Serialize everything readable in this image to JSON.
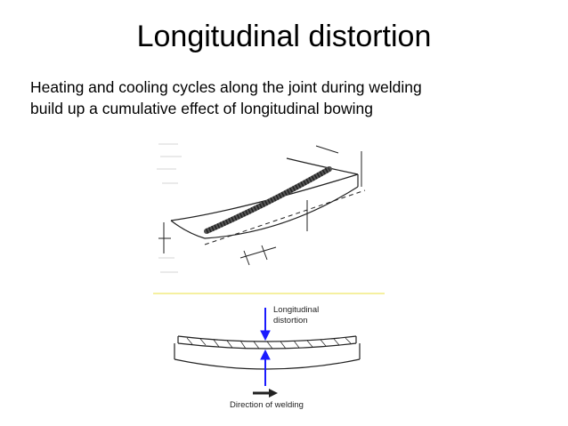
{
  "slide": {
    "title": "Longitudinal distortion",
    "body_lines": [
      "Heating and cooling cycles along the joint during welding",
      "build up a cumulative effect of longitudinal bowing"
    ]
  },
  "figure": {
    "distortion_label_line1": "Longitudinal",
    "distortion_label_line2": "distortion",
    "welding_direction_label": "Direction of welding"
  },
  "colors": {
    "text": "#000000",
    "separator": "#f5f0a0",
    "arrow": "#1a1aff",
    "weld_bead": "#555555",
    "line_art": "#222222"
  }
}
